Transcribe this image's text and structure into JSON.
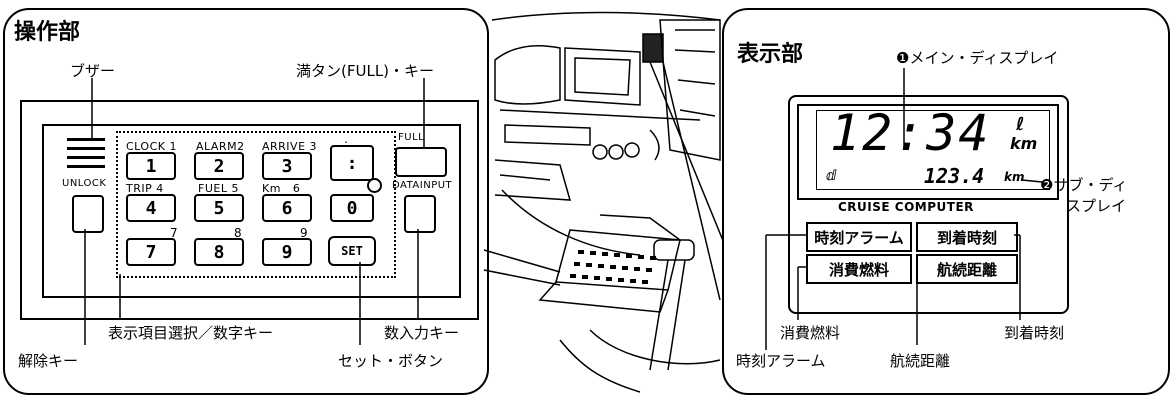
{
  "left_panel": {
    "title": "操作部",
    "buzzer_label": "ブザー",
    "full_key_label": "満タン(FULL)・キー",
    "unlock_label": "UNLOCK",
    "full_label": "FULL",
    "datainput_label": "DATAINPUT",
    "set_label": "SET",
    "key_labels": [
      {
        "text": "CLOCK 1"
      },
      {
        "text": "ALARM2"
      },
      {
        "text": "ARRIVE 3"
      },
      {
        "text": ":"
      },
      {
        "text": "TRIP 4"
      },
      {
        "text": "FUEL 5"
      },
      {
        "text": "Km   6"
      },
      {
        "text": "7"
      },
      {
        "text": "8"
      },
      {
        "text": "9"
      }
    ],
    "keys": [
      "1",
      "2",
      "3",
      ":",
      "4",
      "5",
      "6",
      "0",
      "7",
      "8",
      "9"
    ],
    "select_numeric_label": "表示項目選択／数字キー",
    "number_input_label": "数入力キー",
    "release_key_label": "解除キー",
    "set_button_label": "セット・ボタン"
  },
  "right_panel": {
    "title": "表示部",
    "main_display_label": "❶メイン・ディスプレイ",
    "sub_display_label_1": "❷サブ・ディ",
    "sub_display_label_2": "スプレイ",
    "main_value": "12:34",
    "main_unit_top": "ℓ",
    "main_unit": "km",
    "sub_prefix": "ⅆ",
    "sub_value": "123.4",
    "sub_unit": "km",
    "brand": "CRUISE COMPUTER",
    "indicators": [
      "時刻アラーム",
      "到着時刻",
      "消費燃料",
      "航続距離"
    ],
    "callout_fuel": "消費燃料",
    "callout_arrival": "到着時刻",
    "callout_alarm": "時刻アラーム",
    "callout_range": "航続距離"
  }
}
